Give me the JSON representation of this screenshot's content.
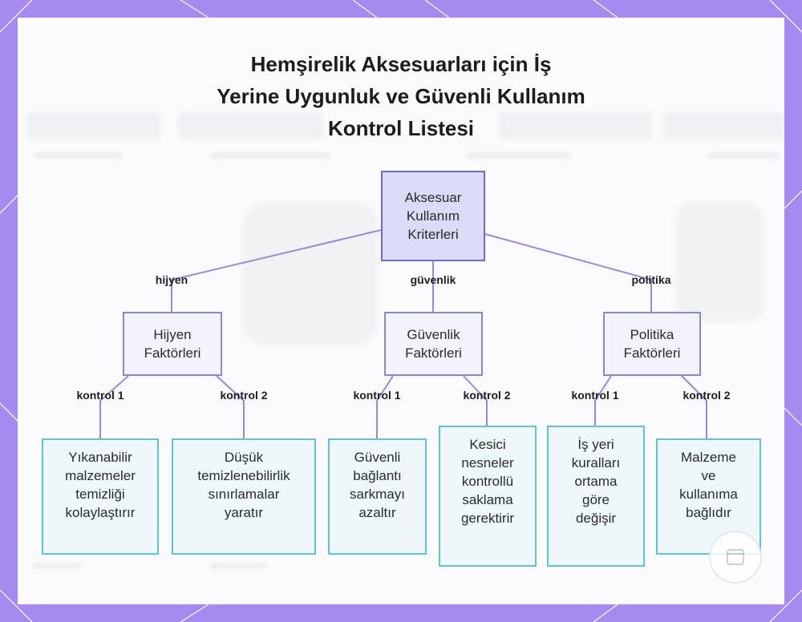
{
  "title_lines": [
    "Hemşirelik Aksesuarları için İş",
    "Yerine Uygunluk ve Güvenli Kullanım",
    "Kontrol Listesi"
  ],
  "root": {
    "lines": [
      "Aksesuar",
      "Kullanım",
      "Kriterleri"
    ]
  },
  "branches": [
    {
      "edge_label": "hijyen",
      "lines": [
        "Hijyen",
        "Faktörleri"
      ],
      "children": [
        {
          "edge_label": "kontrol 1",
          "lines": [
            "Yıkanabilir",
            "malzemeler",
            "temizliği",
            "kolaylaştırır"
          ]
        },
        {
          "edge_label": "kontrol 2",
          "lines": [
            "Düşük",
            "temizlenebilirlik",
            "sınırlamalar",
            "yaratır"
          ]
        }
      ]
    },
    {
      "edge_label": "güvenlik",
      "lines": [
        "Güvenlik",
        "Faktörleri"
      ],
      "children": [
        {
          "edge_label": "kontrol 1",
          "lines": [
            "Güvenli",
            "bağlantı",
            "sarkmayı",
            "azaltır"
          ]
        },
        {
          "edge_label": "kontrol 2",
          "lines": [
            "Kesici",
            "nesneler",
            "kontrollü",
            "saklama",
            "gerektirir"
          ]
        }
      ]
    },
    {
      "edge_label": "politika",
      "lines": [
        "Politika",
        "Faktörleri"
      ],
      "children": [
        {
          "edge_label": "kontrol 1",
          "lines": [
            "İş yeri",
            "kuralları",
            "ortama",
            "göre",
            "değişir"
          ]
        },
        {
          "edge_label": "kontrol 2",
          "lines": [
            "Malzeme",
            "ve",
            "kullanıma",
            "bağlıdır"
          ]
        }
      ]
    }
  ],
  "colors": {
    "frame": "#a68af0",
    "edge": "#9b87e0",
    "root_fill": "#d9dbf7",
    "mid_fill": "#f2f3fc",
    "leaf_fill": "#eef8fb",
    "leaf_border": "#5fc3d8"
  }
}
